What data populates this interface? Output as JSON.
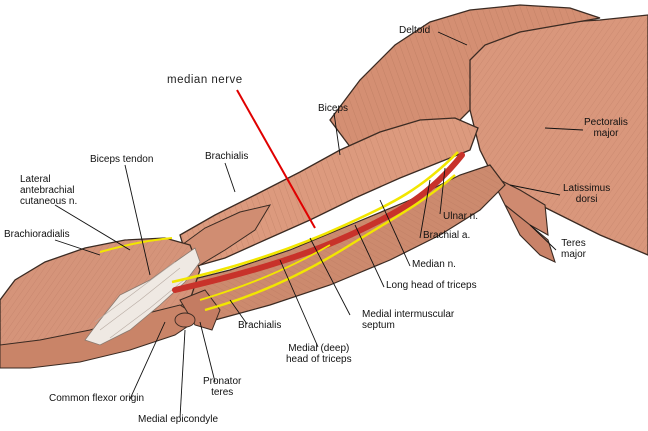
{
  "figure": {
    "highlight": {
      "label": "median nerve",
      "color": "#e00000"
    },
    "labels": {
      "deltoid": "Deltoid",
      "pectoralis_major": [
        "Pectoralis",
        "major"
      ],
      "latissimus_dorsi": [
        "Latissimus",
        "dorsi"
      ],
      "teres_major": [
        "Teres",
        "major"
      ],
      "biceps": "Biceps",
      "brachialis_upper": "Brachialis",
      "biceps_tendon": "Biceps tendon",
      "lateral_antebrachial": [
        "Lateral",
        "antebrachial",
        "cutaneous n."
      ],
      "brachioradialis": "Brachioradialis",
      "ulnar_nerve": "Ulnar n.",
      "brachial_artery": "Brachial a.",
      "median_n": "Median n.",
      "long_head_triceps": "Long head of triceps",
      "medial_intermuscular_septum": [
        "Medial intermuscular",
        "septum"
      ],
      "medial_head_triceps": [
        "Medial (deep)",
        "head of triceps"
      ],
      "brachialis_lower": "Brachialis",
      "pronator_teres": [
        "Pronator",
        "teres"
      ],
      "common_flexor_origin": "Common flexor origin",
      "medial_epicondyle": "Medial epicondyle"
    },
    "colors": {
      "muscle": "#d7967a",
      "muscle_dark": "#b8745a",
      "muscle_light": "#e8b8a0",
      "nerve": "#f2e600",
      "artery": "#c8322a",
      "tendon": "#f0ece8",
      "outline": "#3a2a22"
    }
  }
}
